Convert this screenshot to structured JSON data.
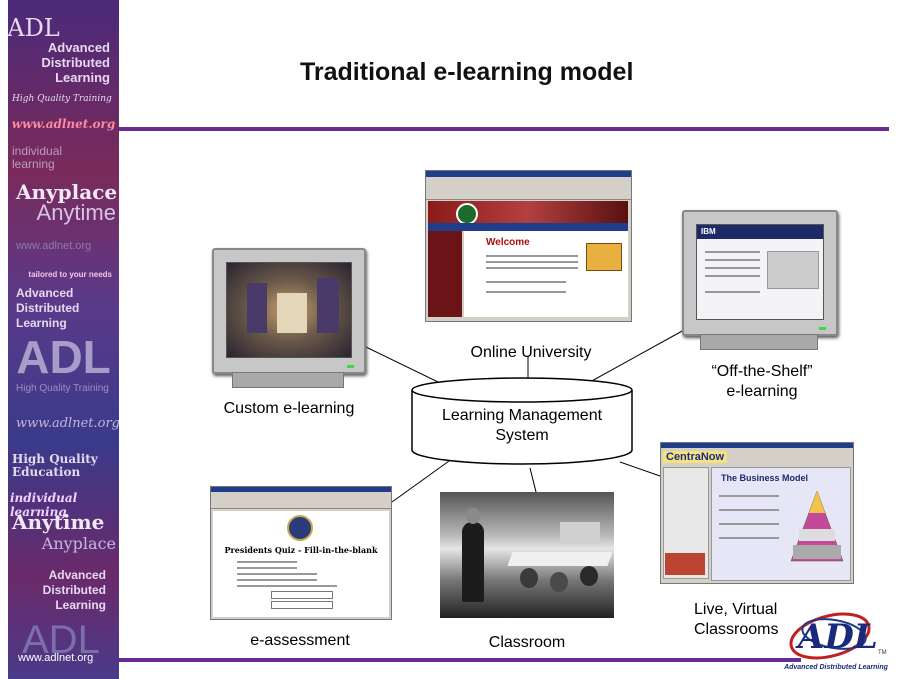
{
  "slide": {
    "title": "Traditional e-learning model"
  },
  "sidebar": {
    "adl_top": "ADL",
    "line1": "Advanced",
    "line2": "Distributed",
    "line3": "Learning",
    "hq_training_script": "High Quality Training",
    "url1": "www.adlnet.org",
    "individual_learning": "individual learning",
    "anyplace": "Anyplace",
    "anytime": "Anytime",
    "url2": "www.adlnet.org",
    "tailored": "tailored to your needs",
    "adv2": "Advanced",
    "dist2": "Distributed",
    "learn2": "Learning",
    "adl_big": "ADL",
    "hq_training2": "High Quality Training",
    "url3": "www.adlnet.org",
    "hq_education1": "High Quality",
    "hq_education2": "Education",
    "individual_learning2": "individual learning",
    "anytime2": "Anytime",
    "anyplace2": "Anyplace",
    "adv3": "Advanced",
    "dist3": "Distributed",
    "learn3": "Learning",
    "adl_bottom": "ADL",
    "footer_url": "www.adlnet.org"
  },
  "diagram": {
    "center_line1": "Learning Management",
    "center_line2": "System",
    "custom": "Custom e-learning",
    "online": "Online University",
    "offshelf_line1": "“Off-the-Shelf”",
    "offshelf_line2": "e-learning",
    "assessment": "e-assessment",
    "classroom": "Classroom",
    "live_line1": "Live, Virtual",
    "live_line2": "Classrooms",
    "welcome": "Welcome",
    "quiz_title": "Presidents Quiz - Fill-in-the-blank",
    "centra": "CentraNow",
    "business_model": "The Business Model",
    "ibm": "IBM"
  },
  "logo": {
    "subtitle": "Advanced Distributed Learning",
    "tm": "TM"
  },
  "colors": {
    "accent_rule": "#6b2c91",
    "sidebar": "#5a3a8a"
  }
}
